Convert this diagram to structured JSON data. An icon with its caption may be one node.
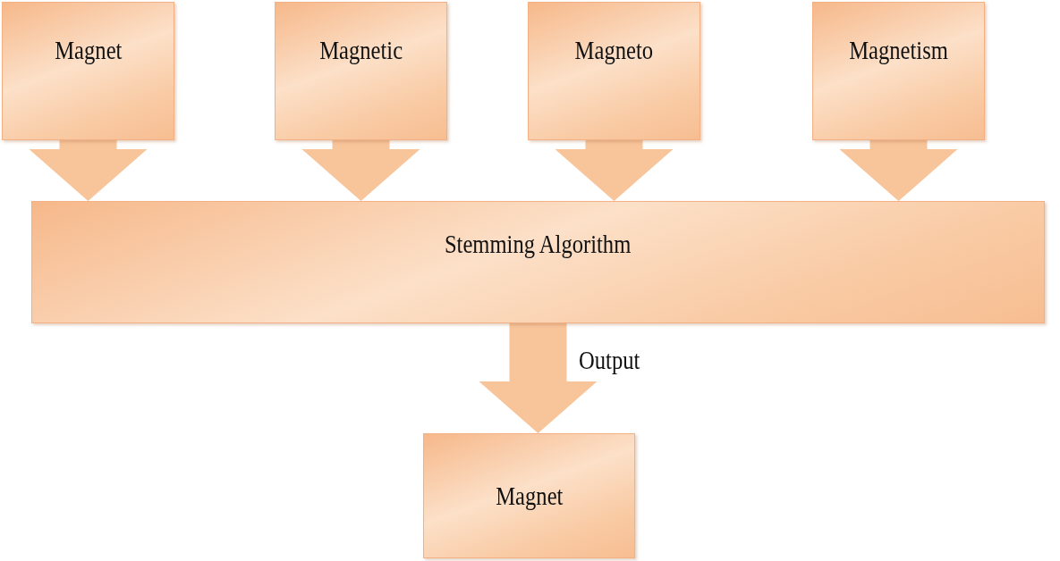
{
  "diagram": {
    "nodes": [
      {
        "text": [
          "Magnet"
        ]
      },
      {
        "text": [
          "Magnetic"
        ]
      },
      {
        "text": [
          "Magneto"
        ]
      },
      {
        "text": [
          "Magnetism"
        ]
      },
      {
        "text": [
          "Stemming Algorithm"
        ]
      },
      {
        "text": [
          "Magnet"
        ]
      }
    ],
    "edges": [
      {
        "from": 0,
        "to": 4,
        "arrow": "to"
      },
      {
        "from": 1,
        "to": 4,
        "arrow": "to"
      },
      {
        "from": 2,
        "to": 4,
        "arrow": "to"
      },
      {
        "from": 3,
        "to": 4,
        "arrow": "to"
      },
      {
        "from": 4,
        "to": 5,
        "arrow": "to",
        "label": "Output"
      }
    ]
  }
}
